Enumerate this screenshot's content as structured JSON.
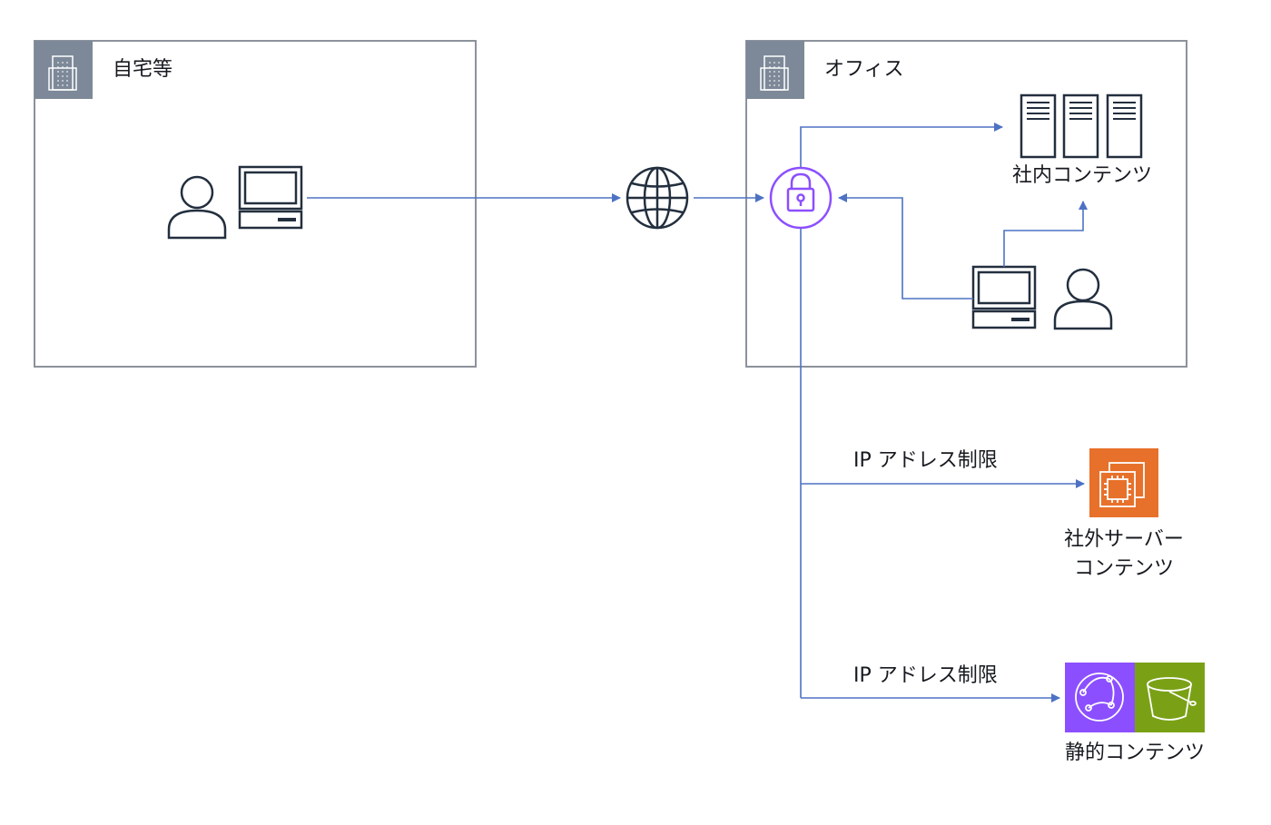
{
  "groups": {
    "home": {
      "label": "自宅等"
    },
    "office": {
      "label": "オフィス"
    }
  },
  "nodes": {
    "internal_content": {
      "label": "社内コンテンツ"
    },
    "external_server": {
      "label_line1": "社外サーバー",
      "label_line2": "コンテンツ"
    },
    "static_content": {
      "label": "静的コンテンツ"
    }
  },
  "edges": {
    "ip_restriction_1": "IP アドレス制限",
    "ip_restriction_2": "IP アドレス制限"
  },
  "icons": {
    "building": "building-icon",
    "user": "user-icon",
    "client": "desktop-client-icon",
    "internet": "globe-icon",
    "vpn": "lock-icon",
    "servers": "server-rack-icon",
    "ec2": "ec2-instances-icon",
    "cloudfront": "cloudfront-icon",
    "s3": "s3-bucket-icon"
  },
  "colors": {
    "border": "#8c929b",
    "group_header": "#7d8998",
    "line": "#4d72c4",
    "vpn": "#8c4fff",
    "ec2": "#e7712a",
    "cloudfront": "#8c4fff",
    "s3": "#7aa116",
    "icon_dark": "#232f3e"
  }
}
